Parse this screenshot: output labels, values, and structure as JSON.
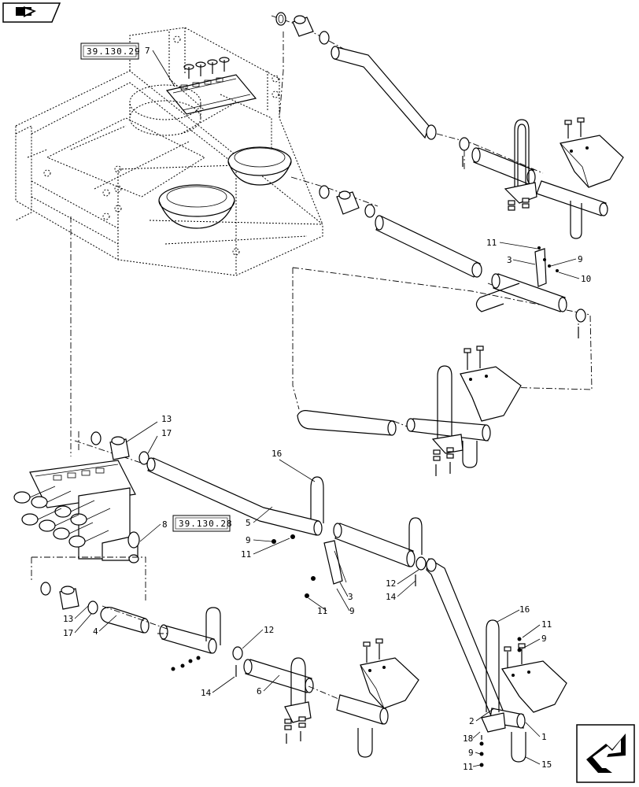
{
  "nav_icon": "folder-arrow-icon",
  "corner_icon": "jump-arrow-icon",
  "ref_boxes": [
    "39.130.29",
    "39.130.28"
  ],
  "callouts": {
    "c7": "7",
    "c11a": "11",
    "c3a": "3",
    "c9a": "9",
    "c10": "10",
    "c13a": "13",
    "c17a": "17",
    "c16a": "16",
    "c8": "8",
    "c5": "5",
    "c9b": "9",
    "c11b": "11",
    "c12a": "12",
    "c14a": "14",
    "c3b": "3",
    "c11c": "11",
    "c9c": "9",
    "c13b": "13",
    "c17b": "17",
    "c4": "4",
    "c12b": "12",
    "c14b": "14",
    "c6": "6",
    "c16b": "16",
    "c11d": "11",
    "c9d": "9",
    "c2": "2",
    "c18": "18",
    "c9e": "9",
    "c11e": "11",
    "c1": "1",
    "c15": "15"
  }
}
